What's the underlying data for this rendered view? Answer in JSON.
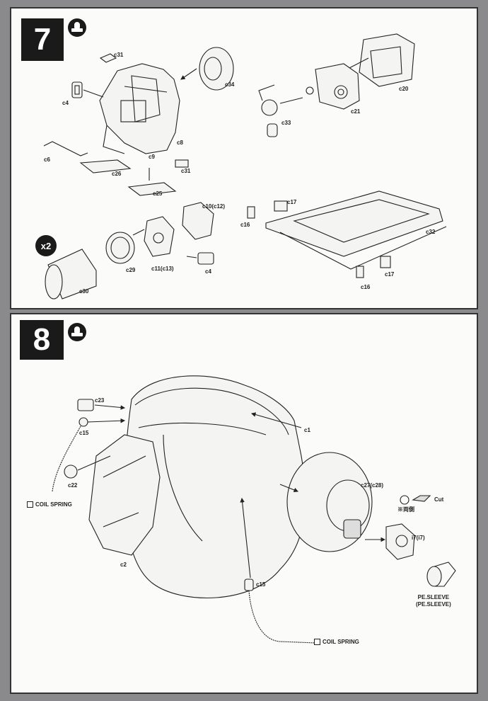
{
  "steps": [
    {
      "number": "7",
      "glue_icon": "glue-icon",
      "labels": {
        "c31a": "c31",
        "c34": "c34",
        "c20": "c20",
        "c4a": "c4",
        "c8": "c8",
        "c21": "c21",
        "c6": "c6",
        "c33": "c33",
        "c9": "c9",
        "c31b": "c31",
        "c26": "c26",
        "c25": "c25",
        "c10": "c10(c12)",
        "c17a": "c17",
        "c16a": "c16",
        "c32": "c32",
        "c29": "c29",
        "c11": "c11(c13)",
        "c4b": "c4",
        "c30": "c30",
        "c16b": "c16",
        "c17b": "c17"
      },
      "multiplier": "x2"
    },
    {
      "number": "8",
      "glue_icon": "glue-icon",
      "labels": {
        "c23": "c23",
        "c1": "c1",
        "c15a": "c15",
        "c22": "c22",
        "c27": "c27(c28)",
        "c2": "c2",
        "c15b": "c15",
        "i7": "i7(i7)"
      },
      "notes": {
        "coil_spring_left": "COIL SPRING",
        "coil_spring_bottom": "COIL SPRING",
        "cut": "Cut",
        "both_sides": "※両側",
        "pe_sleeve": "PE.SLEEVE",
        "pe_sleeve_alt": "(PE.SLEEVE)"
      }
    }
  ],
  "colors": {
    "background": "#8a8a8c",
    "panel": "#fbfbf9",
    "ink": "#1a1a1a"
  }
}
